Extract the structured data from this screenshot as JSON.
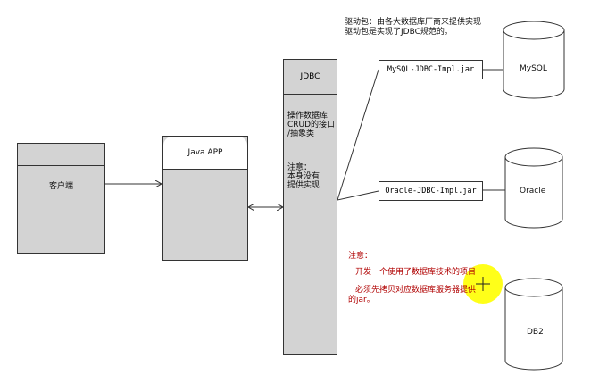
{
  "client": {
    "label": "客户端"
  },
  "java_app": {
    "label": "Java APP"
  },
  "jdbc": {
    "title": "JDBC",
    "desc_lines": [
      "操作数据库",
      "CRUD的接口",
      "/抽象类"
    ],
    "note_lines": [
      "注意：",
      "本身没有",
      "提供实现"
    ]
  },
  "driver_note": {
    "lines": [
      "驱动包：由各大数据库厂商来提供实现",
      "驱动包是实现了JDBC规范的。"
    ]
  },
  "jars": {
    "mysql": "MySQL-JDBC-Impl.jar",
    "oracle": "Oracle-JDBC-Impl.jar"
  },
  "databases": {
    "mysql": "MySQL",
    "oracle": "Oracle",
    "db2": "DB2"
  },
  "attention": {
    "title": "注意：",
    "line1": "开发一个使用了数据库技术的项目",
    "line2": "必须先拷贝对应数据库服务器提供",
    "line3": "的jar。"
  },
  "colors": {
    "box_fill": "#d3d3d3",
    "note_red": "#b00000",
    "cursor_yellow": "#ffff00"
  }
}
